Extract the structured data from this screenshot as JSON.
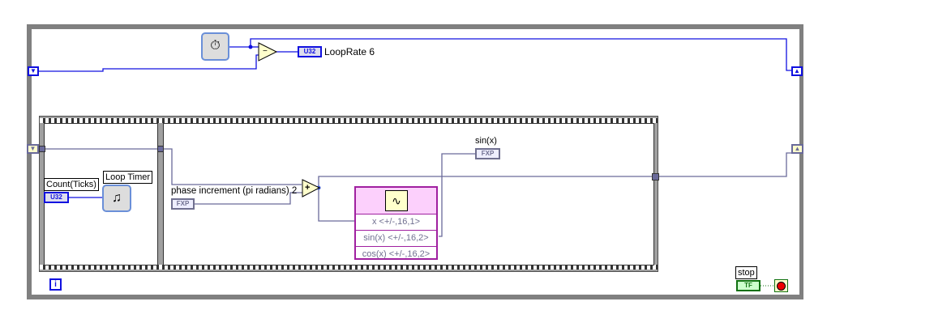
{
  "tick_count": {
    "icon": "stopwatch-icon"
  },
  "subtract": {
    "symbol": "−"
  },
  "loop_rate": {
    "type": "U32",
    "label": "LoopRate 6"
  },
  "loop_timer": {
    "label": "Loop Timer",
    "count_label": "Count(Ticks)",
    "count_type": "U32"
  },
  "phase": {
    "label": "phase increment (pi radians) 2",
    "type": "FXP"
  },
  "add": {
    "symbol": "+"
  },
  "sincos": {
    "rows": [
      "x <+/-,16,1>",
      "sin(x) <+/-,16,2>",
      "cos(x) <+/-,16,2>"
    ]
  },
  "sin_out": {
    "label": "sin(x)",
    "type": "FXP"
  },
  "stop": {
    "label": "stop",
    "type": "TF"
  },
  "info": {
    "glyph": "i"
  },
  "colors": {
    "u32_wire": "#1010e0",
    "fxp_wire": "#6a6a9a",
    "loop_border": "#808080"
  }
}
